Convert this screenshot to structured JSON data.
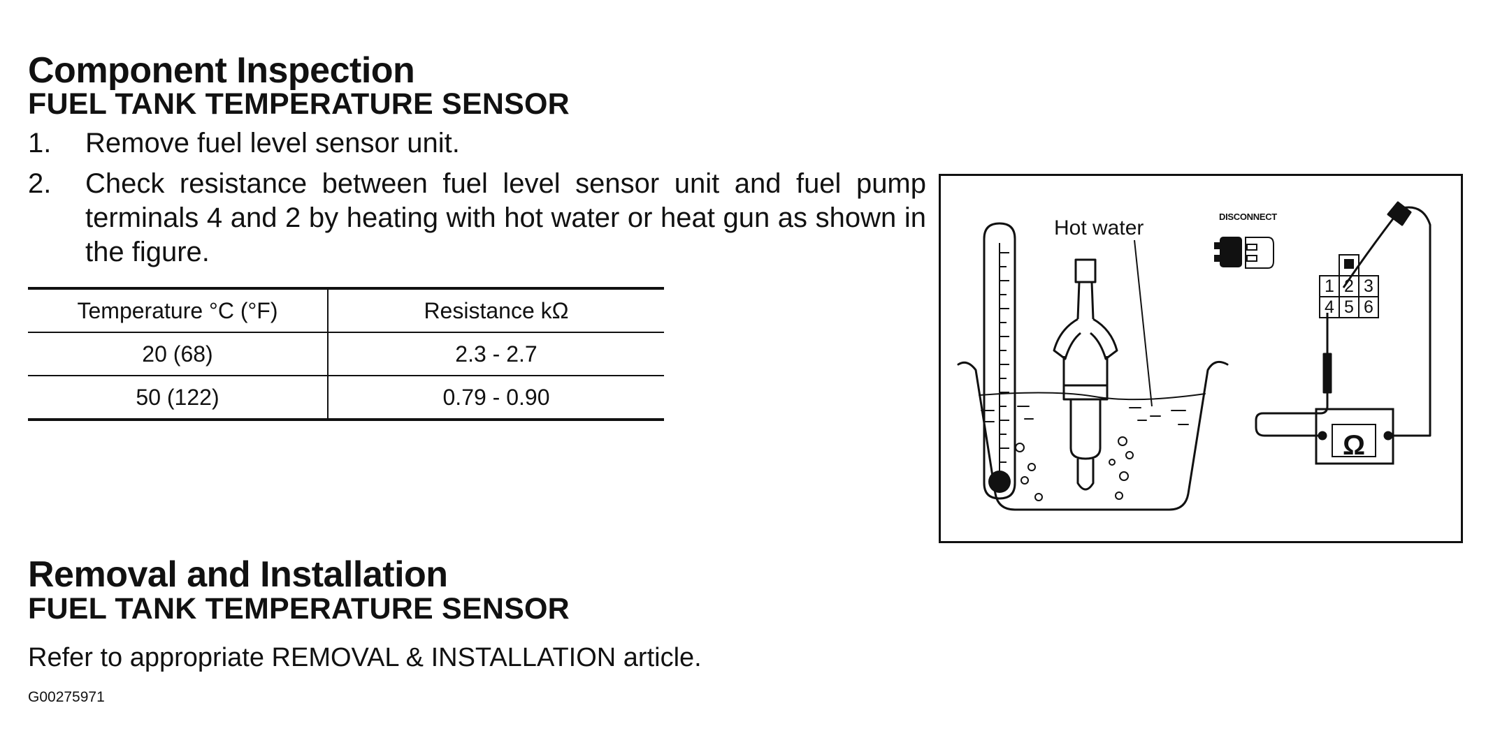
{
  "inspection": {
    "heading": "Component Inspection",
    "subheading": "FUEL TANK TEMPERATURE SENSOR",
    "steps": [
      {
        "number": "1.",
        "text": "Remove fuel level sensor unit."
      },
      {
        "number": "2.",
        "text": "Check resistance between fuel level sensor unit and fuel pump terminals 4 and 2 by heating with hot water or heat gun as shown in the figure."
      }
    ],
    "table": {
      "headers": [
        "Temperature °C (°F)",
        "Resistance kΩ"
      ],
      "rows": [
        [
          "20 (68)",
          "2.3 - 2.7"
        ],
        [
          "50 (122)",
          "0.79 - 0.90"
        ]
      ]
    }
  },
  "figure": {
    "hot_water_label": "Hot water",
    "disconnect_label": "DISCONNECT",
    "connector_pins": [
      "1",
      "2",
      "3",
      "4",
      "5",
      "6"
    ],
    "ohmmeter_symbol": "Ω",
    "icons": [
      "thermometer-icon",
      "sensor-unit-icon",
      "disconnect-connector-icon",
      "ohmmeter-icon"
    ]
  },
  "removal": {
    "heading": "Removal and Installation",
    "subheading": "FUEL TANK TEMPERATURE SENSOR",
    "note": "Refer to appropriate REMOVAL & INSTALLATION article."
  },
  "footer": {
    "code": "G00275971"
  }
}
